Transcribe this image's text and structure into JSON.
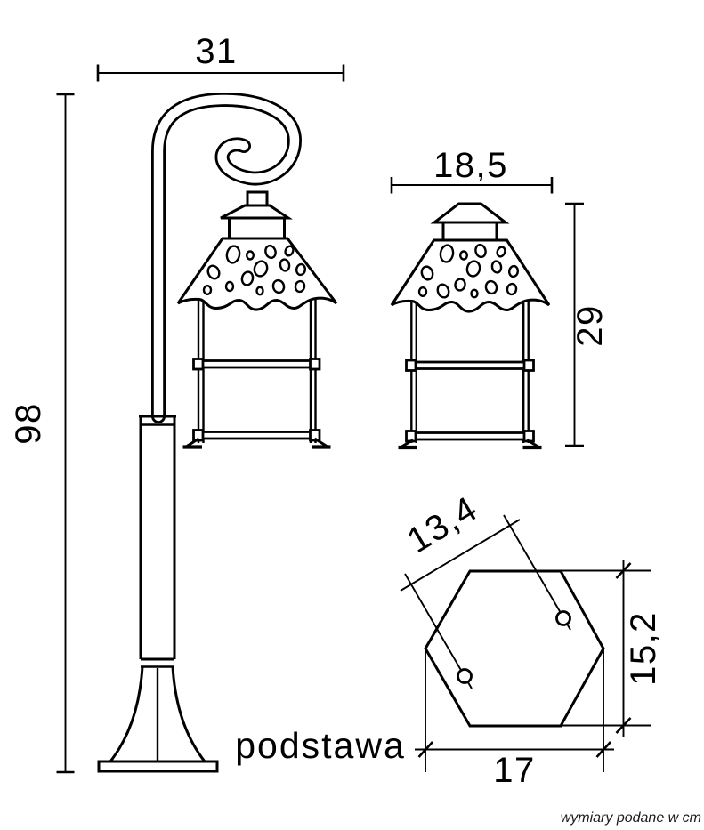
{
  "page": {
    "background": "#ffffff",
    "line_color": "#000000"
  },
  "side_view": {
    "arm_width_cm": "31",
    "height_cm": "98"
  },
  "lantern_front_view": {
    "width_cm": "18,5",
    "height_cm": "29"
  },
  "base_view": {
    "label": "podstawa",
    "hole_spacing_cm": "13,4",
    "depth_cm": "15,2",
    "width_cm": "17"
  },
  "footer": {
    "note": "wymiary podane w cm"
  }
}
